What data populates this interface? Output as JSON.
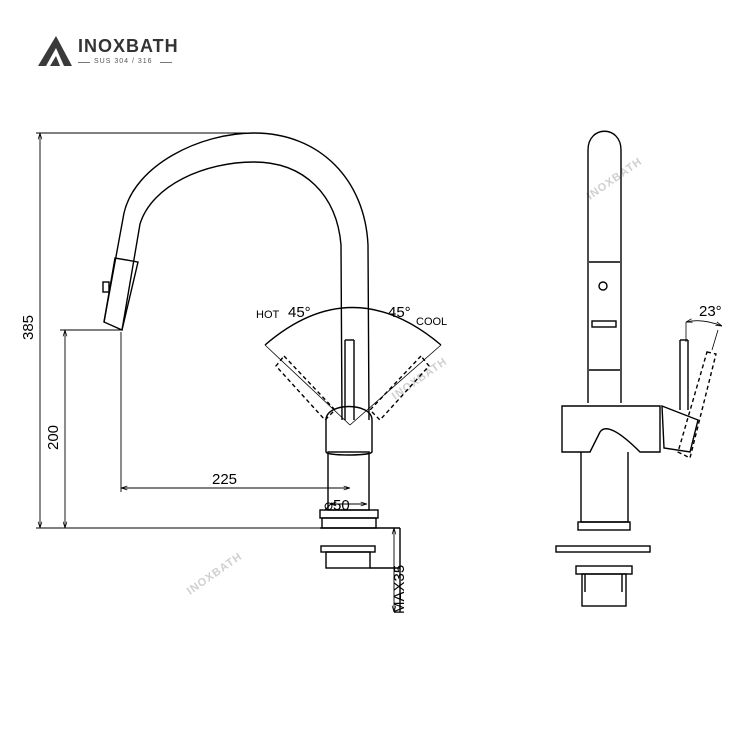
{
  "brand": {
    "name": "INOXBATH",
    "tagline": "SUS 304 / 316"
  },
  "dimensions": {
    "height_total": "385",
    "height_spout": "200",
    "reach": "225",
    "base_diameter": "⌀50",
    "max_deck": "MAX35",
    "side_angle": "23°"
  },
  "handle": {
    "hot_label": "HOT",
    "hot_angle": "45°",
    "cool_label": "COOL",
    "cool_angle": "45°"
  },
  "watermarks": {
    "mark": "INOXBATH"
  },
  "colors": {
    "line": "#000000",
    "watermark": "#d0d0d0"
  }
}
